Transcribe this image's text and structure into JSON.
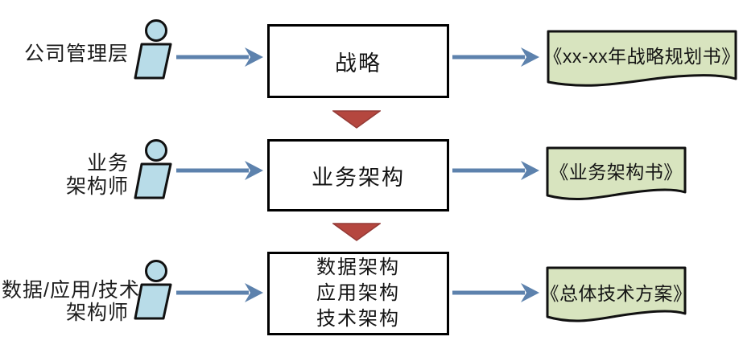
{
  "colors": {
    "person_fill": "#b8dce8",
    "document_fill": "#d8e4bf",
    "flow_arrow": "#5d82ad",
    "down_arrow": "#b5473f",
    "down_arrow_border": "#943a36",
    "outline": "#111111"
  },
  "rows": [
    {
      "actor_lines": [
        "公司管理层"
      ],
      "process_lines": [
        "战略"
      ],
      "output": "《xx-xx年战略规划书》"
    },
    {
      "actor_lines": [
        "业务",
        "架构师"
      ],
      "process_lines": [
        "业务架构"
      ],
      "output": "《业务架构书》"
    },
    {
      "actor_lines": [
        "数据/应用/技术",
        "架构师"
      ],
      "process_lines": [
        "数据架构",
        "应用架构",
        "技术架构"
      ],
      "output": "《总体技术方案》"
    }
  ]
}
